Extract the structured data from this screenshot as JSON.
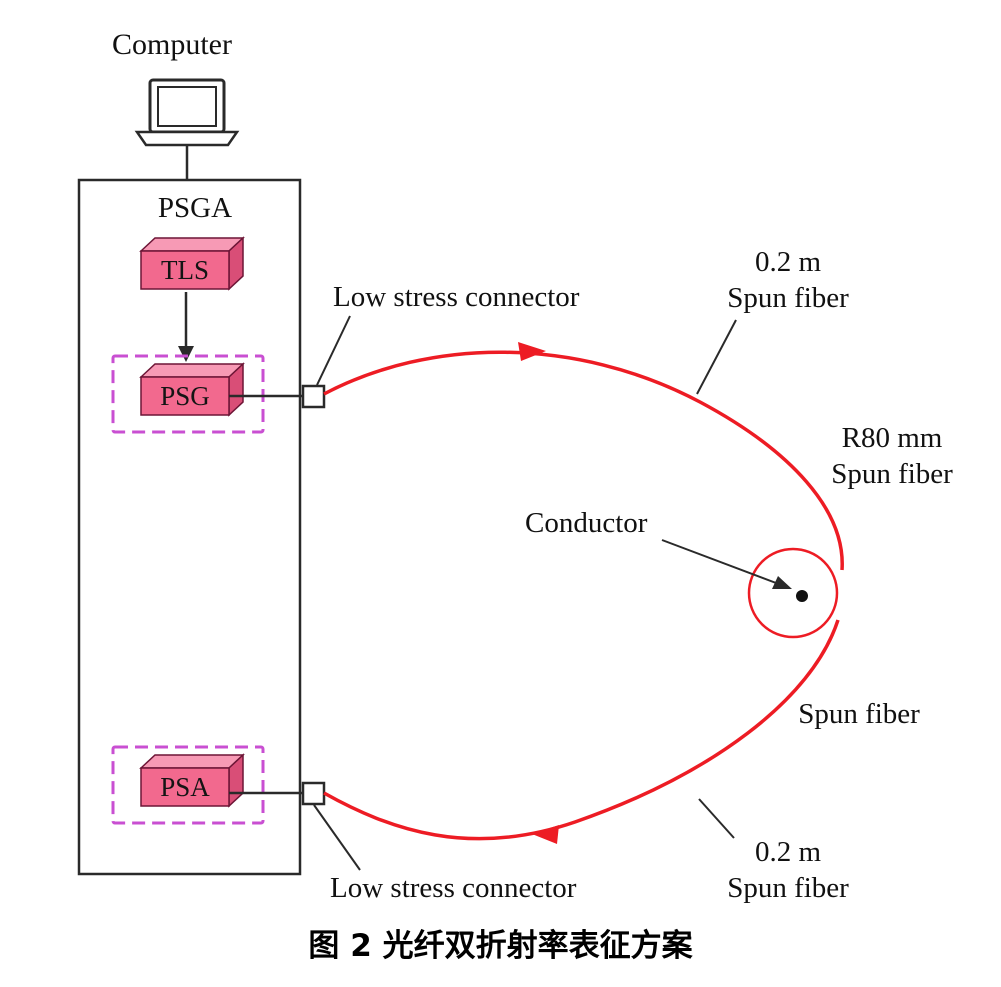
{
  "figure": {
    "caption": "图 2  光纤双折射率表征方案"
  },
  "labels": {
    "computer": "Computer",
    "psga": "PSGA",
    "tls": "TLS",
    "psg": "PSG",
    "psa": "PSA",
    "low_stress_connector_top": "Low stress connector",
    "low_stress_connector_bottom": "Low stress connector",
    "conductor": "Conductor",
    "spun_fiber_top_line1": "0.2 m",
    "spun_fiber_top_line2": "Spun fiber",
    "r80_line1": "R80 mm",
    "r80_line2": "Spun fiber",
    "spun_fiber_mid": "Spun fiber",
    "spun_fiber_bottom_line1": "0.2 m",
    "spun_fiber_bottom_line2": "Spun fiber"
  },
  "icons": {
    "computer_icon": "laptop-icon"
  },
  "colors": {
    "fiber": "#ed1c24",
    "component_fill": "#f2698e",
    "component_top": "#f79ab5",
    "component_side": "#d94e77",
    "component_stroke": "#6d1536",
    "dashed_border": "#c94fd2",
    "line": "#2a2a2a",
    "text": "#111111",
    "background": "#ffffff"
  }
}
